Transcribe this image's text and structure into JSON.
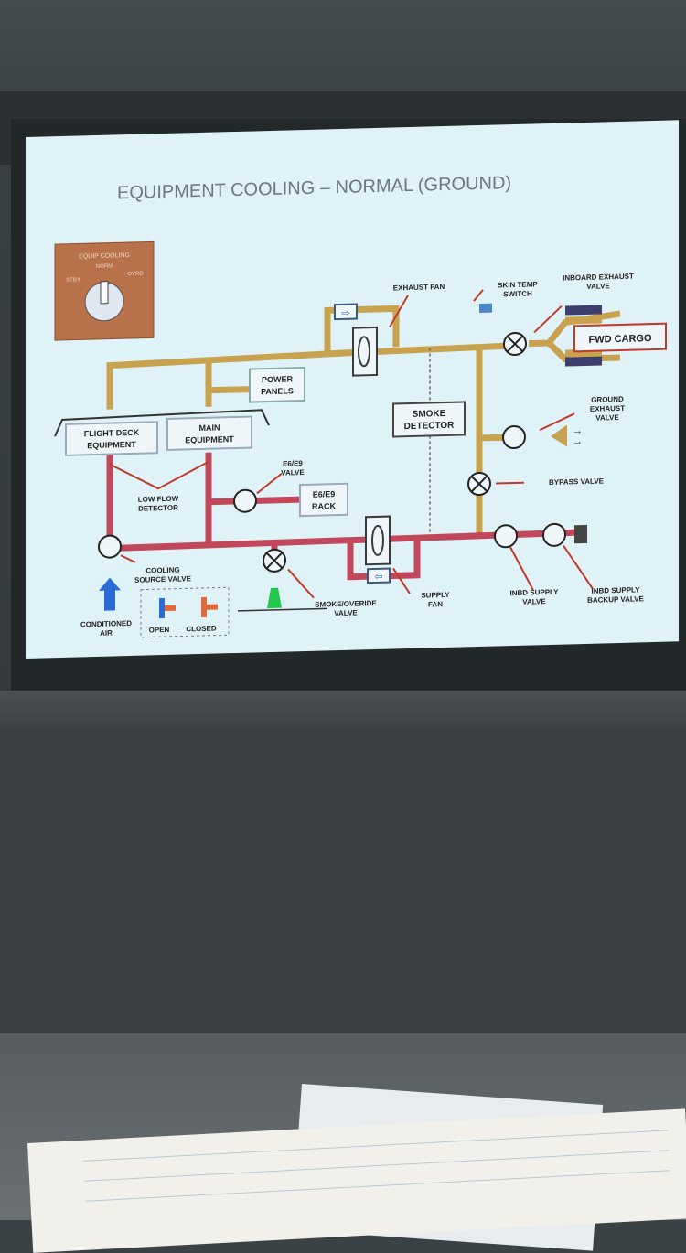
{
  "slide": {
    "title": "EQUIPMENT COOLING – NORMAL (GROUND)",
    "panel": {
      "label": "EQUIP COOLING",
      "norm": "NORM",
      "stby": "STBY",
      "ovrd": "OVRD"
    },
    "labels": {
      "exhaust_fan": "EXHAUST FAN",
      "skin_temp_1": "SKIN TEMP",
      "skin_temp_2": "SWITCH",
      "inboard_exhaust_1": "INBOARD EXHAUST",
      "inboard_exhaust_2": "VALVE",
      "fwd_cargo": "FWD CARGO",
      "power_panels_1": "POWER",
      "power_panels_2": "PANELS",
      "smoke_detector_1": "SMOKE",
      "smoke_detector_2": "DETECTOR",
      "ground_exhaust_1": "GROUND",
      "ground_exhaust_2": "EXHAUST",
      "ground_exhaust_3": "VALVE",
      "flight_deck_1": "FLIGHT DECK",
      "flight_deck_2": "EQUIPMENT",
      "main_equipment_1": "MAIN",
      "main_equipment_2": "EQUIPMENT",
      "e6e9_valve_1": "E6/E9",
      "e6e9_valve_2": "VALVE",
      "bypass_valve": "BYPASS VALVE",
      "low_flow_1": "LOW FLOW",
      "low_flow_2": "DETECTOR",
      "e6e9_rack_1": "E6/E9",
      "e6e9_rack_2": "RACK",
      "cooling_source_1": "COOLING",
      "cooling_source_2": "SOURCE VALVE",
      "conditioned_1": "CONDITIONED",
      "conditioned_2": "AIR",
      "open": "OPEN",
      "closed": "CLOSED",
      "smoke_override_1": "SMOKE/OVERIDE",
      "smoke_override_2": "VALVE",
      "supply_fan_1": "SUPPLY",
      "supply_fan_2": "FAN",
      "inbd_supply_1": "INBD SUPPLY",
      "inbd_supply_2": "VALVE",
      "inbd_backup_1": "INBD SUPPLY",
      "inbd_backup_2": "BACKUP VALVE"
    },
    "colors": {
      "exhaust_duct": "#c9a24f",
      "supply_duct": "#c0485a",
      "arrow_red": "#c0392b",
      "panel_bg": "#b8714a",
      "air_arrow": "#2b6bd6",
      "green_valve": "#22c84a"
    }
  }
}
